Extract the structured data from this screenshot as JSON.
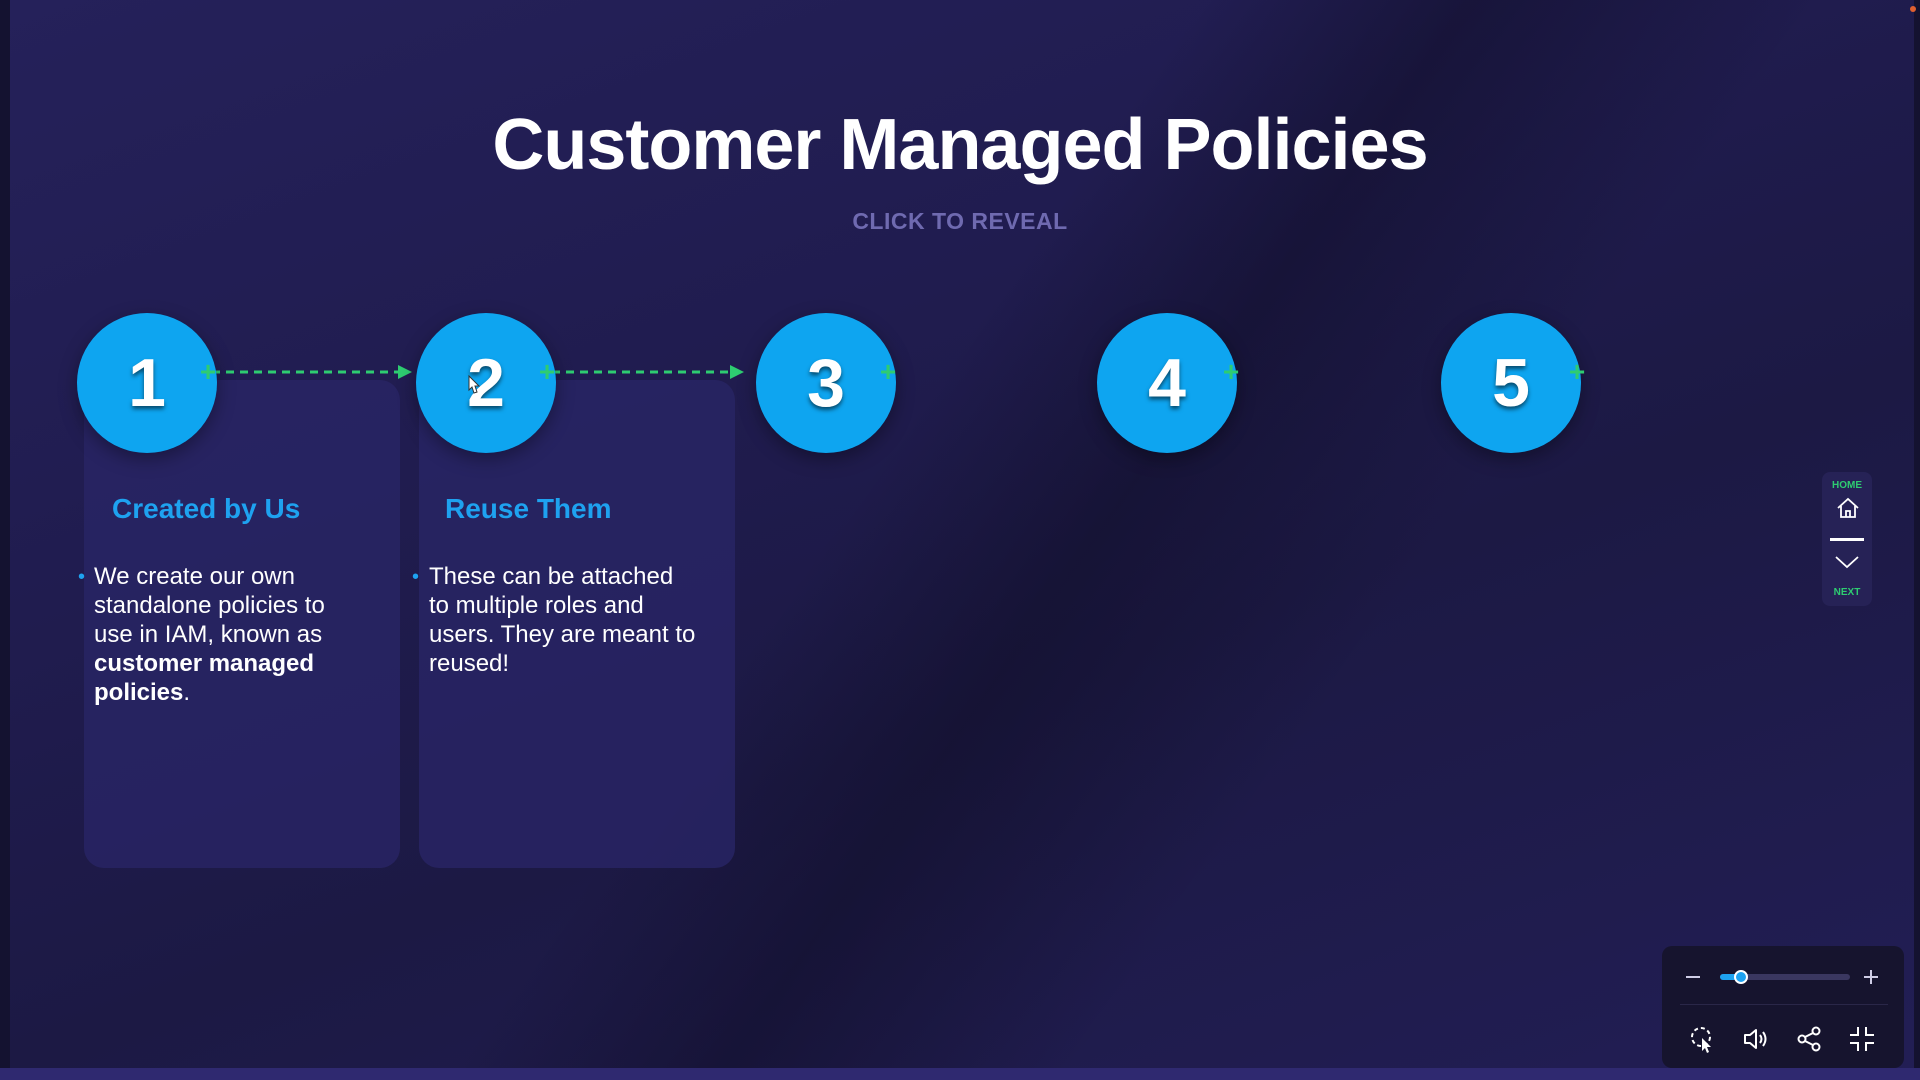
{
  "slide": {
    "title": "Customer Managed Policies",
    "subtitle": "CLICK TO REVEAL"
  },
  "steps": [
    {
      "number": "1"
    },
    {
      "number": "2"
    },
    {
      "number": "3"
    },
    {
      "number": "4"
    },
    {
      "number": "5"
    }
  ],
  "cards": [
    {
      "heading": "Created by Us",
      "text_plain": "We create our own standalone policies to use in IAM, known as",
      "text_bold": "customer managed policies",
      "text_end": "."
    },
    {
      "heading": "Reuse Them",
      "text_plain": "These can be attached to multiple roles and users. They are meant to reused!"
    }
  ],
  "side_nav": {
    "home_label": "HOME",
    "next_label": "NEXT"
  },
  "player": {
    "zoom_level": 0.16
  },
  "icons": {
    "plus": "plus-icon",
    "home": "home-icon",
    "next": "chevron-down-icon",
    "zoom_out": "minus-icon",
    "zoom_in": "plus-icon",
    "pointer": "pointer-icon",
    "volume": "speaker-icon",
    "share": "share-icon",
    "exit_fullscreen": "exit-fullscreen-icon"
  },
  "colors": {
    "accent_blue": "#0ea5f0",
    "accent_green": "#2ecc71",
    "background": "#201c4f"
  }
}
